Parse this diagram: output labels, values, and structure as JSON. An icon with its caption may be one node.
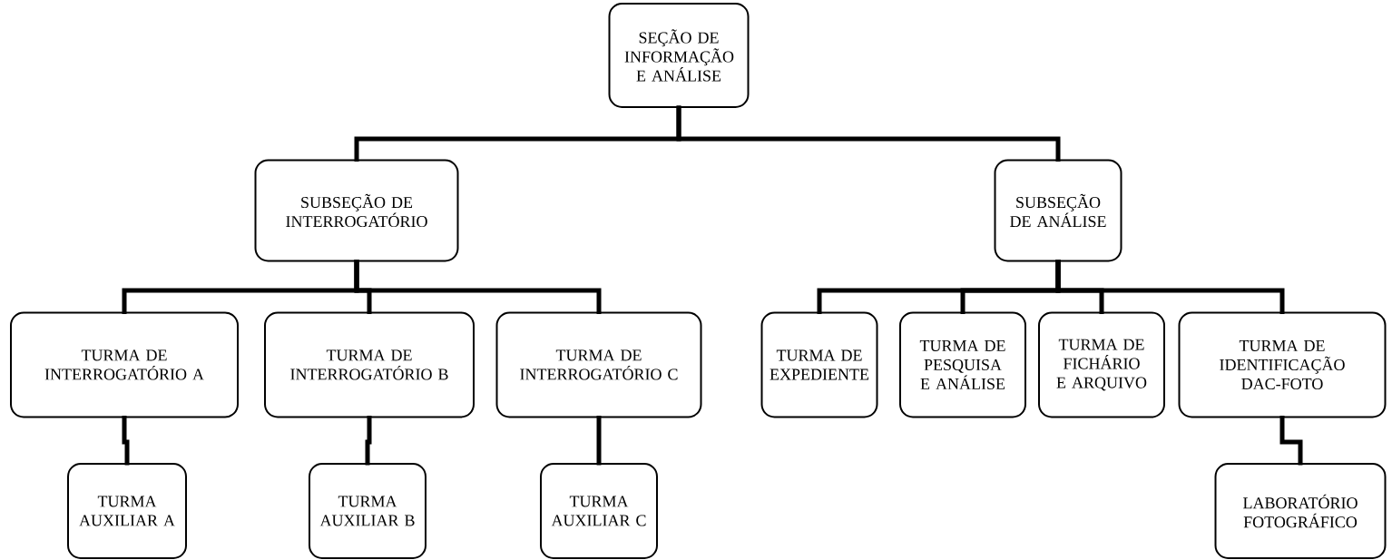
{
  "diagram": {
    "nodes": [
      {
        "text": [
          "SEÇÃO DE INFORMAÇÃO E ANÁLISE"
        ]
      },
      {
        "text": [
          "SUBSEÇÃO DE INTERROGATÓRIO"
        ]
      },
      {
        "text": [
          "SUBSEÇÃO DE ANÁLISE"
        ]
      },
      {
        "text": [
          "TURMA DE INTERROGATÓRIO A"
        ]
      },
      {
        "text": [
          "TURMA DE INTERROGATÓRIO B"
        ]
      },
      {
        "text": [
          "TURMA DE INTERROGATÓRIO C"
        ]
      },
      {
        "text": [
          "TURMA DE EXPEDIENTE"
        ]
      },
      {
        "text": [
          "TURMA DE PESQUISA E ANÁLISE"
        ]
      },
      {
        "text": [
          "TURMA DE FICHÁRIO E ARQUIVO"
        ]
      },
      {
        "text": [
          "TURMA DE IDENTIFICAÇÃO DAC-FOTO"
        ]
      },
      {
        "text": [
          "TURMA AUXILIAR A"
        ]
      },
      {
        "text": [
          "TURMA AUXILIAR B"
        ]
      },
      {
        "text": [
          "TURMA AUXILIAR C"
        ]
      },
      {
        "text": [
          "LABORATÓRIO FOTOGRÁFICO"
        ]
      }
    ],
    "edges": [
      {
        "from": 0,
        "to": 1,
        "arrow": "none"
      },
      {
        "from": 0,
        "to": 2,
        "arrow": "none"
      },
      {
        "from": 1,
        "to": 3,
        "arrow": "none"
      },
      {
        "from": 1,
        "to": 4,
        "arrow": "none"
      },
      {
        "from": 1,
        "to": 5,
        "arrow": "none"
      },
      {
        "from": 2,
        "to": 6,
        "arrow": "none"
      },
      {
        "from": 2,
        "to": 7,
        "arrow": "none"
      },
      {
        "from": 2,
        "to": 8,
        "arrow": "none"
      },
      {
        "from": 2,
        "to": 9,
        "arrow": "none"
      },
      {
        "from": 3,
        "to": 10,
        "arrow": "none"
      },
      {
        "from": 4,
        "to": 11,
        "arrow": "none"
      },
      {
        "from": 5,
        "to": 12,
        "arrow": "none"
      },
      {
        "from": 9,
        "to": 13,
        "arrow": "none"
      }
    ]
  }
}
